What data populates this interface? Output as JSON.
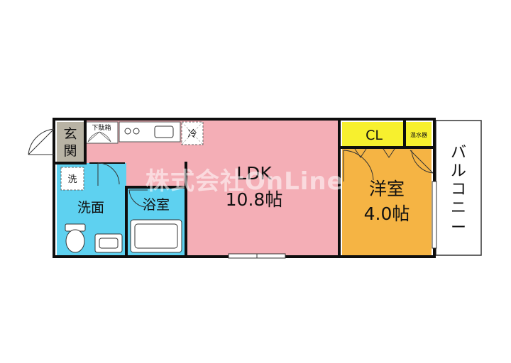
{
  "colors": {
    "ldk": "#f4aeb6",
    "western_room": "#f5b444",
    "closet": "#f7f02e",
    "water_heater": "#f7f02e",
    "washroom": "#5ed1f0",
    "bath": "#5ed1f0",
    "entrance": "#b8b3a4",
    "wall": "#0e0e0e"
  },
  "rooms": {
    "entrance": {
      "line1": "玄",
      "line2": "関"
    },
    "shoe_box": "下駄箱",
    "fridge": "冷",
    "washer": "洗",
    "washroom": "洗面",
    "bath": "浴室",
    "ldk": {
      "name": "LDK",
      "size": "10.8帖"
    },
    "closet": "CL",
    "water_heater": "温水器",
    "western": {
      "name": "洋室",
      "size": "4.0帖"
    },
    "balcony": [
      "バ",
      "ル",
      "コ",
      "ニ",
      "ー"
    ]
  },
  "watermark": "株式会社OnLine"
}
